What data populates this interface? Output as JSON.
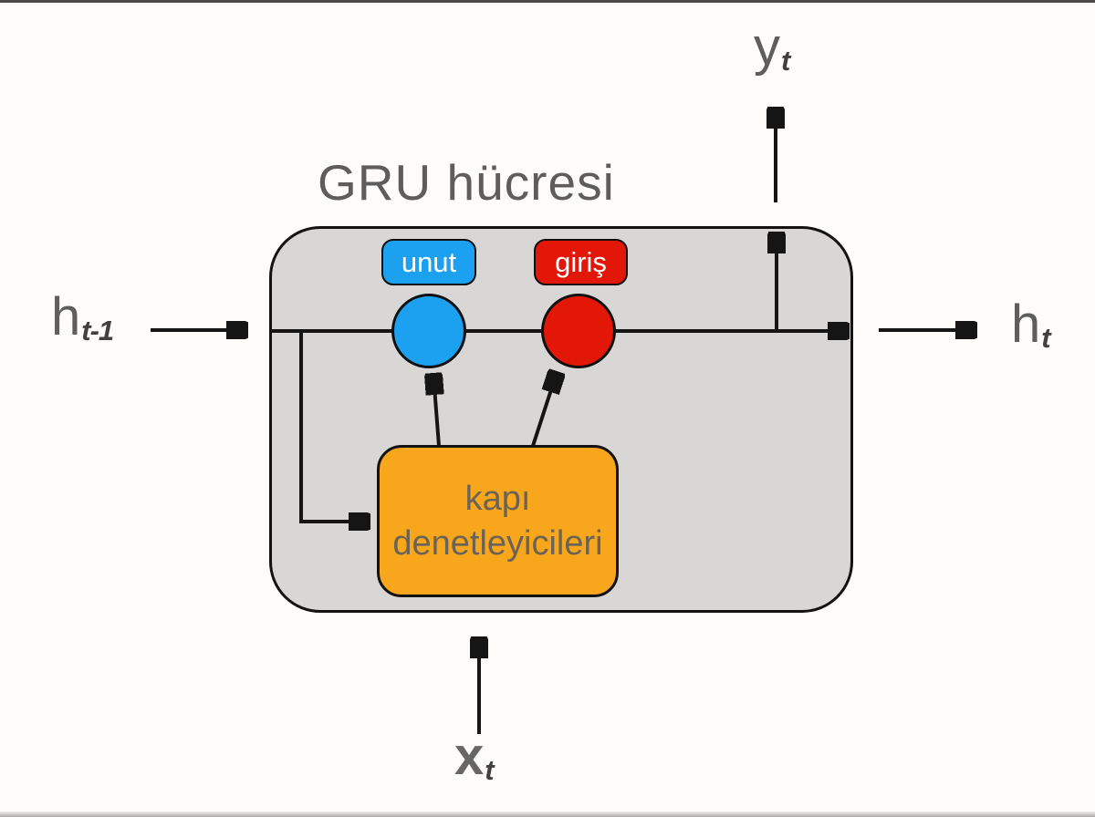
{
  "title": "GRU hücresi",
  "colors": {
    "cell_fill": "#d8d7d5",
    "forget_blue": "#1ba1f0",
    "input_red": "#e21708",
    "controller_orange": "#f8a71d",
    "outline": "#131313",
    "title_gray": "#5d5d5d",
    "box_text": "#6b6355"
  },
  "cell": {
    "gates": [
      {
        "id": "forget",
        "label": "unut",
        "color": "#1ba1f0"
      },
      {
        "id": "input",
        "label": "giriş",
        "color": "#e21708"
      }
    ],
    "controller": {
      "line1": "kapı",
      "line2": "denetleyicileri",
      "color": "#f8a71d"
    }
  },
  "io_labels": {
    "prev_hidden": {
      "main": "h",
      "sub": "t-1"
    },
    "hidden_out": {
      "main": "h",
      "sub": "t"
    },
    "output": {
      "main": "y",
      "sub": "t"
    },
    "input": {
      "main": "x",
      "sub": "t"
    }
  }
}
